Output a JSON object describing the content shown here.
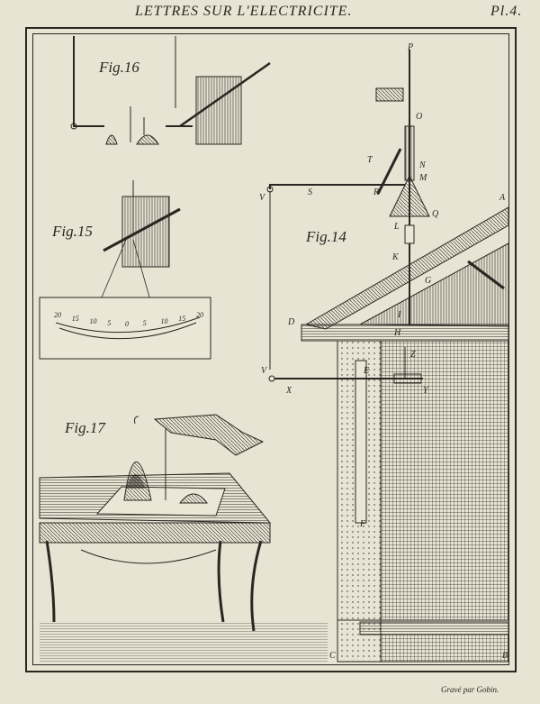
{
  "header": {
    "title": "LETTRES SUR L'ELECTRICITE.",
    "plate": "Pl.4.",
    "engraver": "Gravé par Gobin."
  },
  "figures": {
    "fig14": "Fig.14",
    "fig15": "Fig.15",
    "fig16": "Fig.16",
    "fig17": "Fig.17"
  },
  "letters": {
    "P": "P",
    "O": "O",
    "N": "N",
    "M": "M",
    "T": "T",
    "S": "S",
    "R": "R",
    "V1": "V",
    "V2": "V",
    "A": "A",
    "Q": "Q",
    "L": "L",
    "K": "K",
    "G": "G",
    "I": "I",
    "D": "D",
    "H": "H",
    "Z": "Z",
    "E": "E",
    "X": "X",
    "Y": "Y",
    "F": "F",
    "C": "C",
    "B": "B"
  },
  "scale_ticks": [
    "20",
    "15",
    "10",
    "5",
    "0",
    "5",
    "10",
    "15",
    "20"
  ],
  "colors": {
    "paper": "#e9e3d3",
    "ink": "#2a2622"
  }
}
